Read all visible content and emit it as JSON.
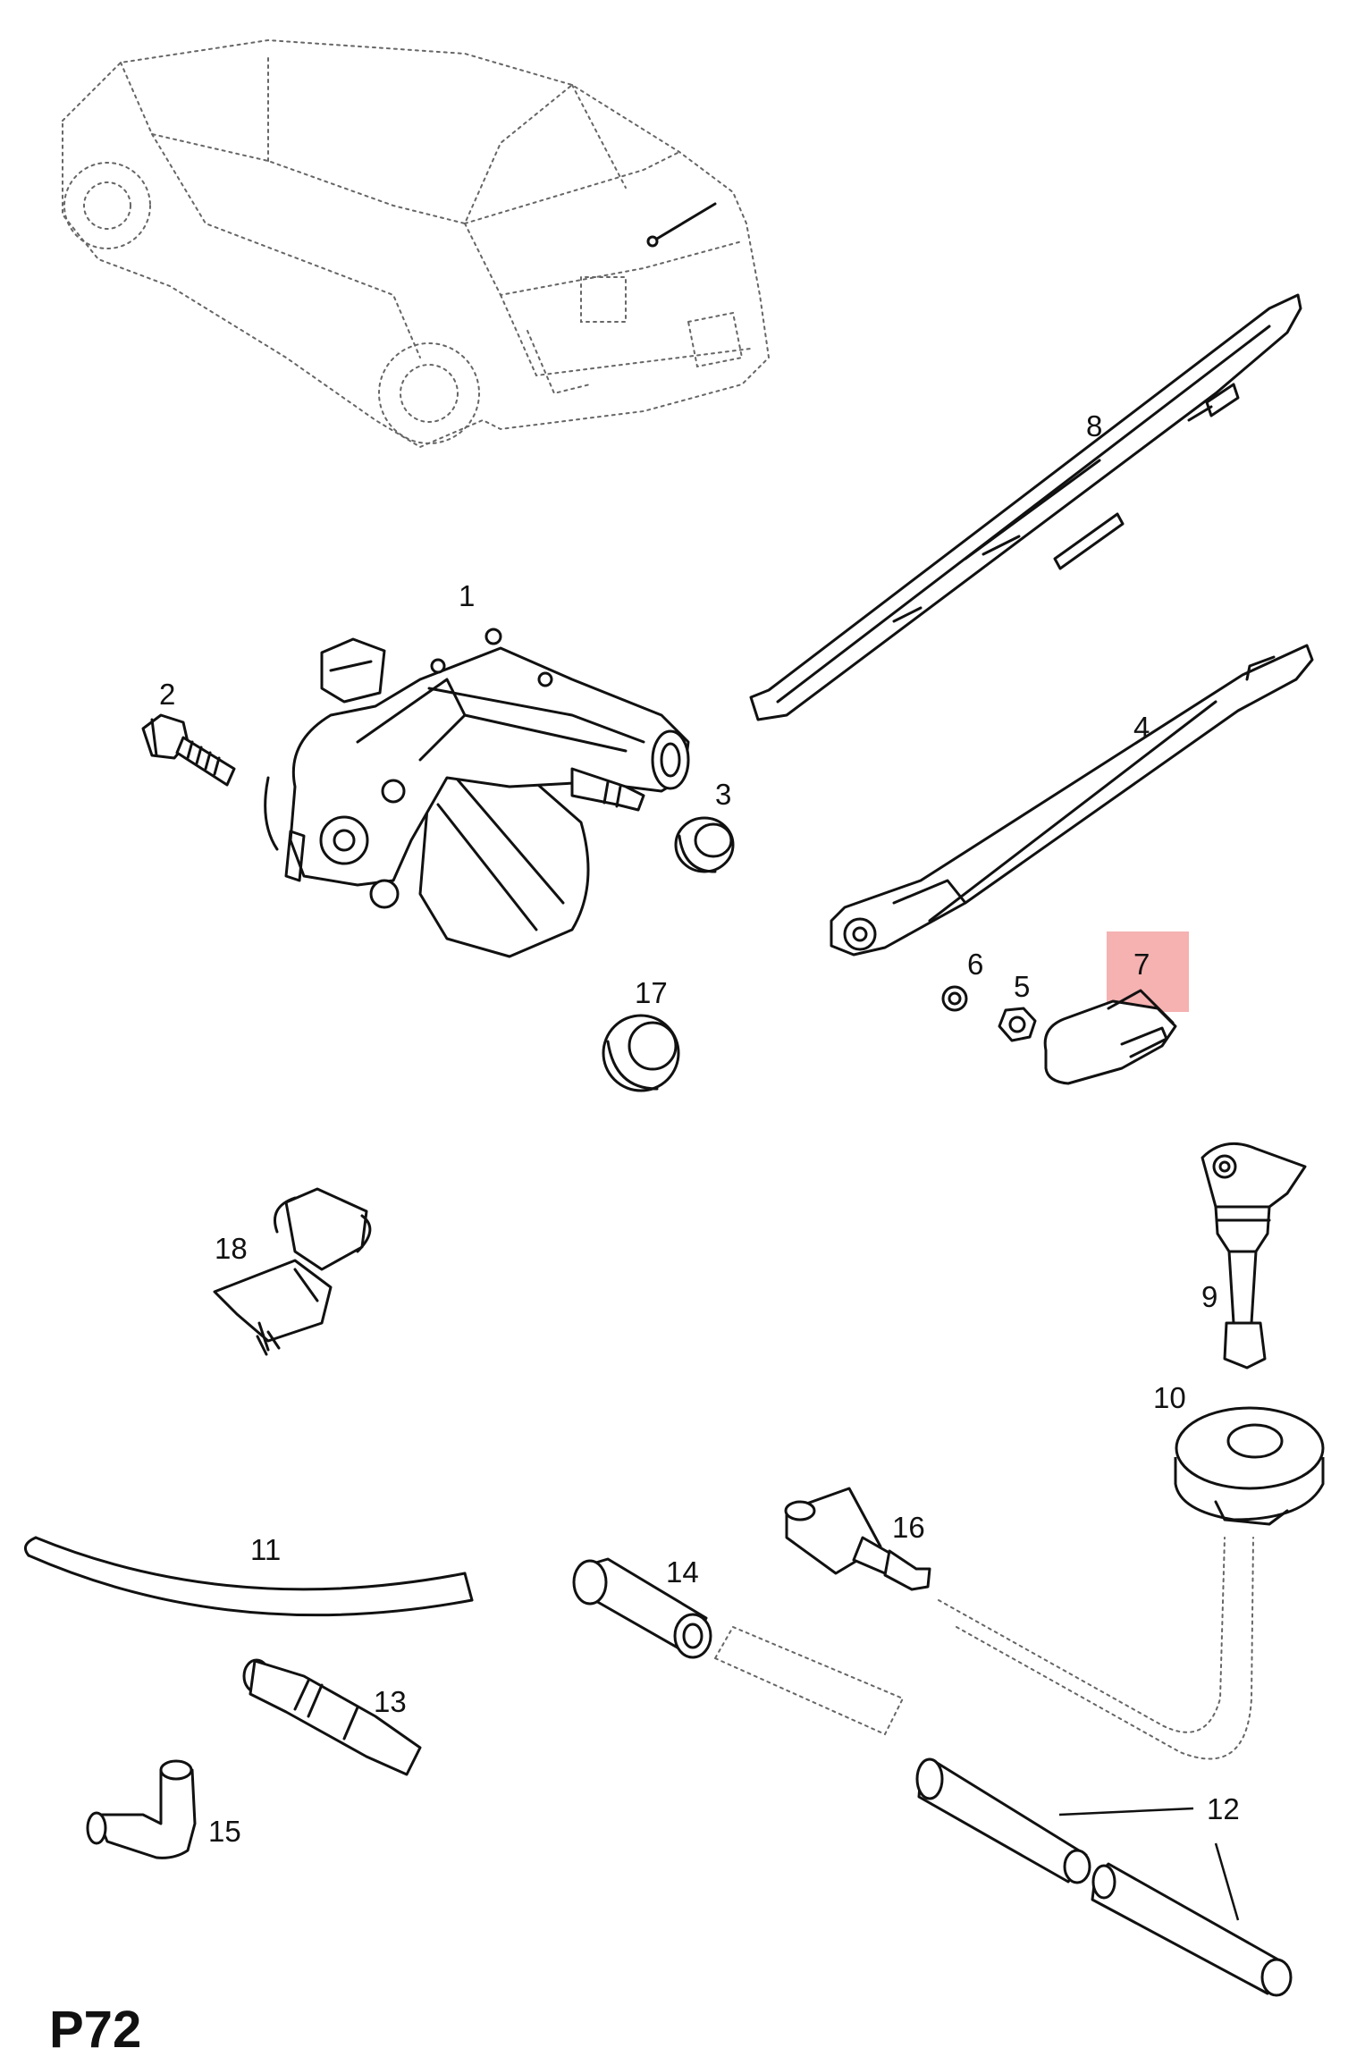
{
  "page": {
    "code": "P72",
    "highlight_color": "#f5a3a3",
    "line_color": "#111111"
  },
  "callouts": {
    "c1": "1",
    "c2": "2",
    "c3": "3",
    "c4": "4",
    "c5": "5",
    "c6": "6",
    "c7": "7",
    "c8": "8",
    "c9": "9",
    "c10": "10",
    "c11": "11",
    "c12": "12",
    "c13": "13",
    "c14": "14",
    "c15": "15",
    "c16": "16",
    "c17": "17",
    "c18": "18"
  },
  "highlighted_callout": "7"
}
